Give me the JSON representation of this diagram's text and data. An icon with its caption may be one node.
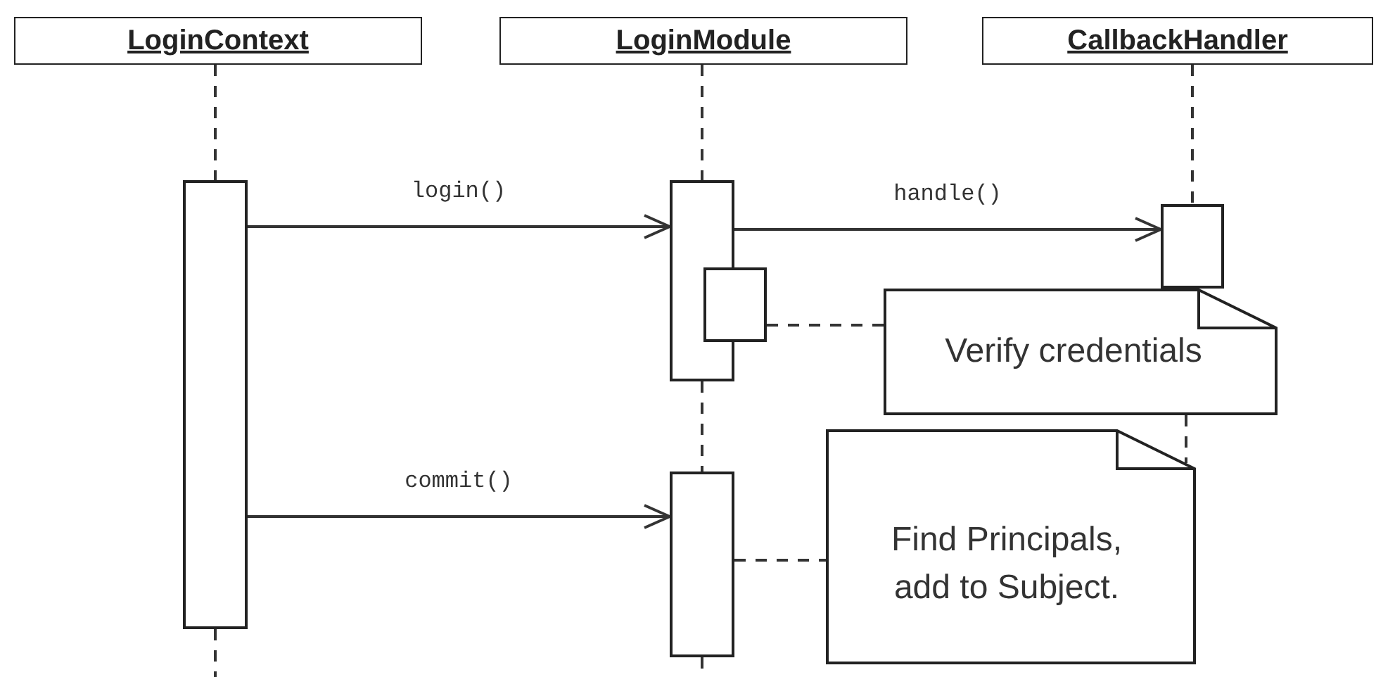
{
  "diagram": {
    "nodes": [
      {
        "text": [
          "LoginContext"
        ]
      },
      {
        "text": [
          "LoginModule"
        ]
      },
      {
        "text": [
          "CallbackHandler"
        ]
      },
      {
        "text": [],
        "shape": "bar"
      },
      {
        "text": [],
        "shape": "bar"
      },
      {
        "text": [],
        "shape": "bar"
      },
      {
        "text": [],
        "shape": "bar"
      },
      {
        "text": [
          "Verify credentials"
        ]
      },
      {
        "text": [],
        "shape": "bar"
      },
      {
        "text": [
          "Find Principals, add to Subject."
        ]
      }
    ],
    "edges": [
      {
        "from": 0,
        "to": 3,
        "arrow": "none",
        "style": "dashed"
      },
      {
        "from": 1,
        "to": 4,
        "arrow": "none",
        "style": "dashed"
      },
      {
        "from": 2,
        "to": 6,
        "arrow": "none",
        "style": "dashed"
      },
      {
        "from": 4,
        "to": 8,
        "arrow": "none",
        "style": "dashed"
      },
      {
        "from": 3,
        "to": null,
        "arrow": "none",
        "style": "dashed"
      },
      {
        "from": 8,
        "to": null,
        "arrow": "none",
        "style": "dashed"
      },
      {
        "from": 7,
        "to": 9,
        "arrow": "none",
        "style": "dashed"
      },
      {
        "from": 3,
        "to": 4,
        "arrow": "to",
        "label": "login()"
      },
      {
        "from": 4,
        "to": 6,
        "arrow": "to",
        "label": "handle()"
      },
      {
        "from": 3,
        "to": 8,
        "arrow": "to",
        "label": "commit()"
      },
      {
        "from": 5,
        "to": 7,
        "arrow": "none",
        "style": "dashed"
      },
      {
        "from": 8,
        "to": 9,
        "arrow": "none",
        "style": "dashed"
      }
    ]
  }
}
